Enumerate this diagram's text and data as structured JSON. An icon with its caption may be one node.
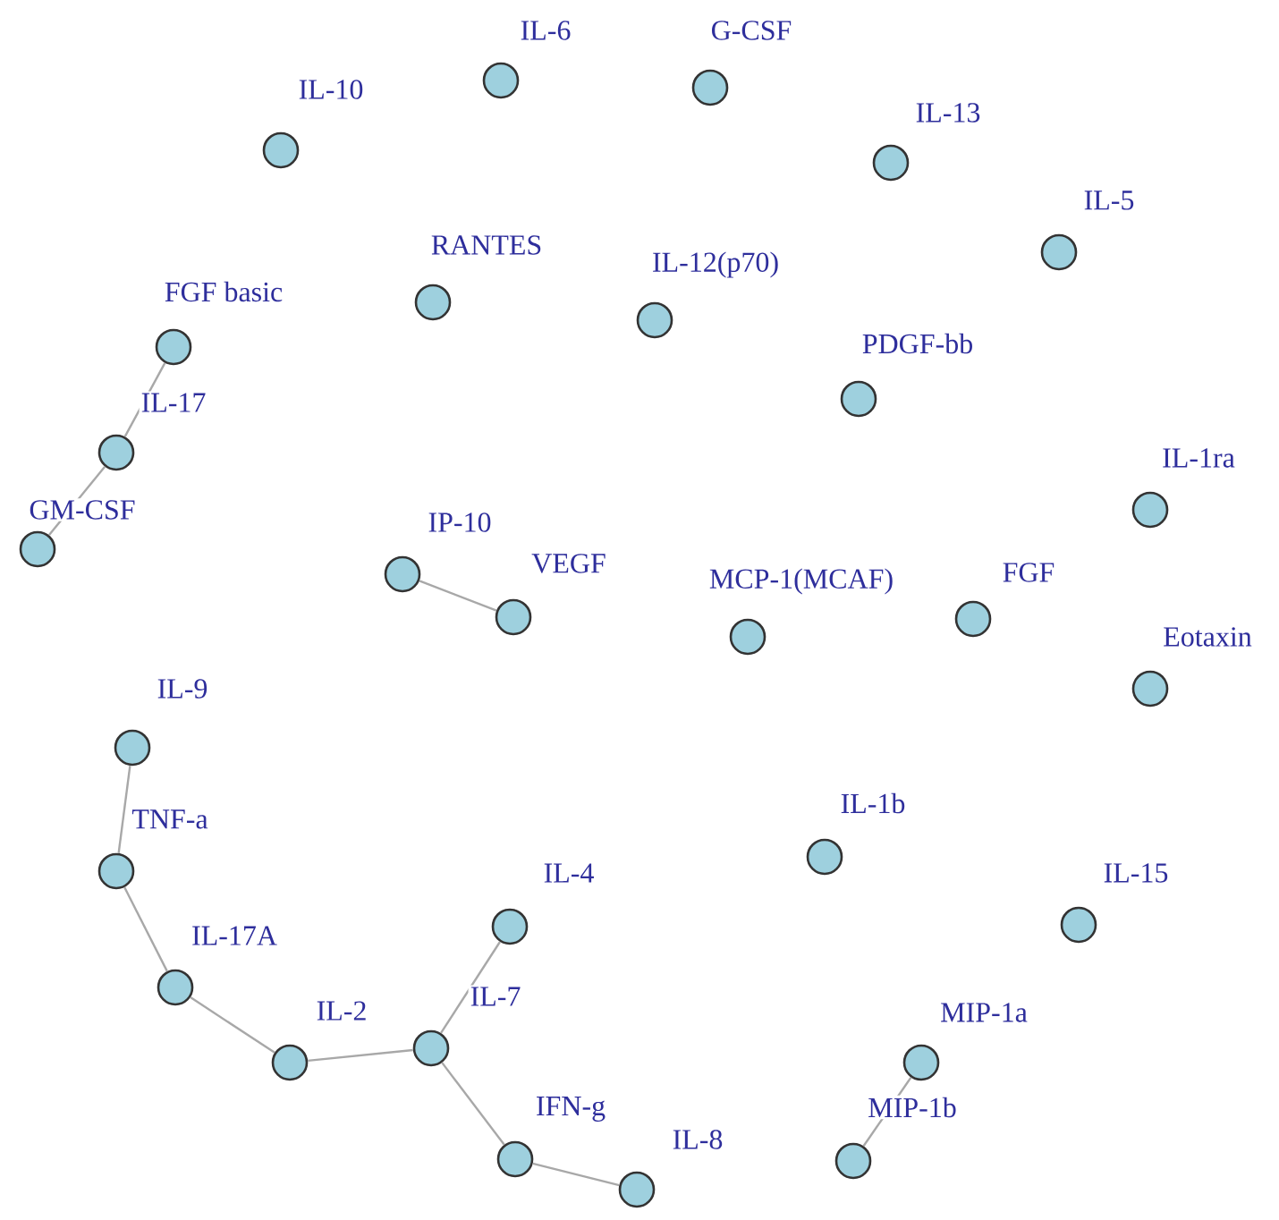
{
  "diagram": {
    "nodes": [
      {
        "text": [],
        "shape": "circle",
        "beside": [
          "IL-6"
        ]
      },
      {
        "text": [],
        "shape": "circle",
        "beside": [
          "G-CSF"
        ]
      },
      {
        "text": [],
        "shape": "circle",
        "beside": [
          "IL-10"
        ]
      },
      {
        "text": [],
        "shape": "circle",
        "beside": [
          "IL-13"
        ]
      },
      {
        "text": [],
        "shape": "circle",
        "beside": [
          "IL-5"
        ]
      },
      {
        "text": [],
        "shape": "circle",
        "beside": [
          "RANTES"
        ]
      },
      {
        "text": [],
        "shape": "circle",
        "beside": [
          "IL-12(p70)"
        ]
      },
      {
        "text": [],
        "shape": "circle",
        "beside": [
          "FGF basic"
        ]
      },
      {
        "text": [],
        "shape": "circle",
        "beside": [
          "PDGF-bb"
        ]
      },
      {
        "text": [],
        "shape": "circle",
        "beside": [
          "IL-17"
        ]
      },
      {
        "text": [],
        "shape": "circle",
        "beside": [
          "IL-1ra"
        ]
      },
      {
        "text": [],
        "shape": "circle",
        "beside": [
          "GM-CSF"
        ]
      },
      {
        "text": [],
        "shape": "circle",
        "beside": [
          "IP-10"
        ]
      },
      {
        "text": [],
        "shape": "circle",
        "beside": [
          "VEGF"
        ]
      },
      {
        "text": [],
        "shape": "circle",
        "beside": [
          "FGF"
        ]
      },
      {
        "text": [],
        "shape": "circle",
        "beside": [
          "MCP-1(MCAF)"
        ]
      },
      {
        "text": [],
        "shape": "circle",
        "beside": [
          "Eotaxin"
        ]
      },
      {
        "text": [],
        "shape": "circle",
        "beside": [
          "IL-9"
        ]
      },
      {
        "text": [],
        "shape": "circle",
        "beside": [
          "IL-1b"
        ]
      },
      {
        "text": [],
        "shape": "circle",
        "beside": [
          "TNF-a"
        ]
      },
      {
        "text": [],
        "shape": "circle",
        "beside": [
          "IL-15"
        ]
      },
      {
        "text": [],
        "shape": "circle",
        "beside": [
          "IL-4"
        ]
      },
      {
        "text": [],
        "shape": "circle",
        "beside": [
          "IL-17A"
        ]
      },
      {
        "text": [],
        "shape": "circle",
        "beside": [
          "IL-7"
        ]
      },
      {
        "text": [],
        "shape": "circle",
        "beside": [
          "IL-2"
        ]
      },
      {
        "text": [],
        "shape": "circle",
        "beside": [
          "MIP-1a"
        ]
      },
      {
        "text": [],
        "shape": "circle",
        "beside": [
          "IFN-g"
        ]
      },
      {
        "text": [],
        "shape": "circle",
        "beside": [
          "MIP-1b"
        ]
      },
      {
        "text": [],
        "shape": "circle",
        "beside": [
          "IL-8"
        ]
      }
    ],
    "edges": [
      {
        "from": 7,
        "to": 9,
        "arrow": "none"
      },
      {
        "from": 9,
        "to": 11,
        "arrow": "none"
      },
      {
        "from": 12,
        "to": 13,
        "arrow": "none"
      },
      {
        "from": 17,
        "to": 19,
        "arrow": "none"
      },
      {
        "from": 19,
        "to": 22,
        "arrow": "none"
      },
      {
        "from": 22,
        "to": 24,
        "arrow": "none"
      },
      {
        "from": 24,
        "to": 23,
        "arrow": "none"
      },
      {
        "from": 23,
        "to": 21,
        "arrow": "none"
      },
      {
        "from": 23,
        "to": 26,
        "arrow": "none"
      },
      {
        "from": 26,
        "to": 28,
        "arrow": "none"
      },
      {
        "from": 25,
        "to": 27,
        "arrow": "none"
      }
    ]
  }
}
